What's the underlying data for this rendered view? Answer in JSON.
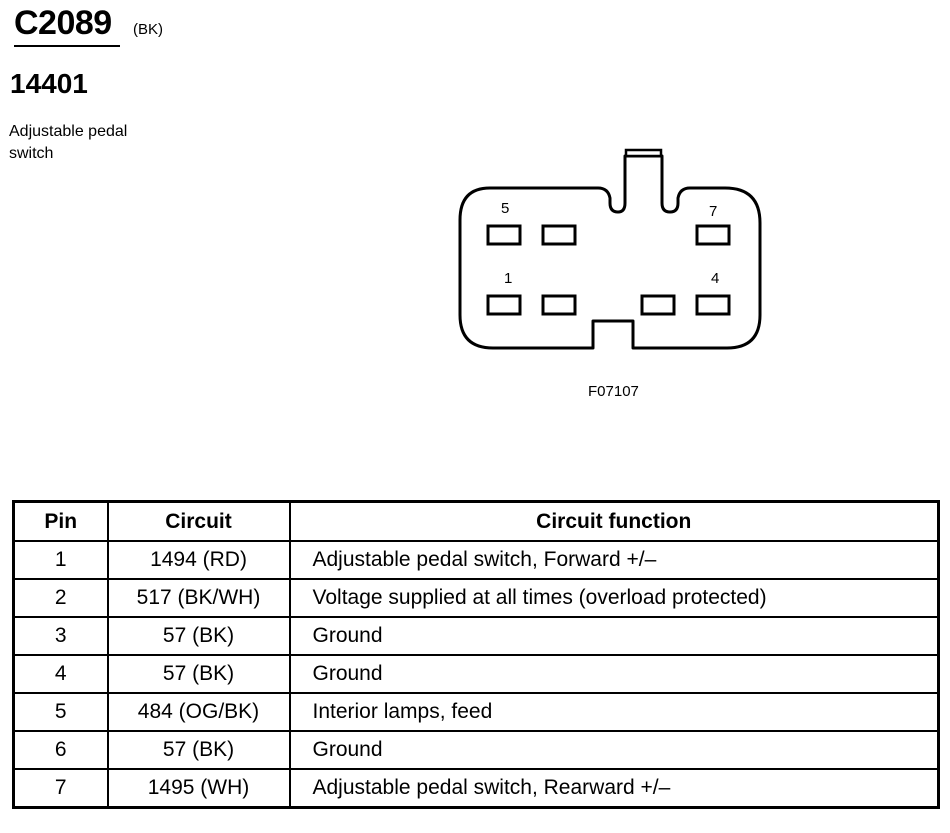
{
  "header": {
    "connector_id": "C2089",
    "connector_color": "(BK)",
    "part_number": "14401",
    "component_name": "Adjustable pedal switch"
  },
  "diagram": {
    "pin_labels": [
      "5",
      "7",
      "1",
      "4"
    ],
    "figure_id": "F07107"
  },
  "table": {
    "headers": [
      "Pin",
      "Circuit",
      "Circuit function"
    ],
    "rows": [
      {
        "pin": "1",
        "circuit": "1494 (RD)",
        "function": "Adjustable pedal switch, Forward +/–"
      },
      {
        "pin": "2",
        "circuit": "517 (BK/WH)",
        "function": "Voltage supplied at all times (overload protected)"
      },
      {
        "pin": "3",
        "circuit": "57 (BK)",
        "function": "Ground"
      },
      {
        "pin": "4",
        "circuit": "57 (BK)",
        "function": "Ground"
      },
      {
        "pin": "5",
        "circuit": "484 (OG/BK)",
        "function": "Interior lamps, feed"
      },
      {
        "pin": "6",
        "circuit": "57 (BK)",
        "function": "Ground"
      },
      {
        "pin": "7",
        "circuit": "1495 (WH)",
        "function": "Adjustable pedal switch, Rearward +/–"
      }
    ]
  }
}
